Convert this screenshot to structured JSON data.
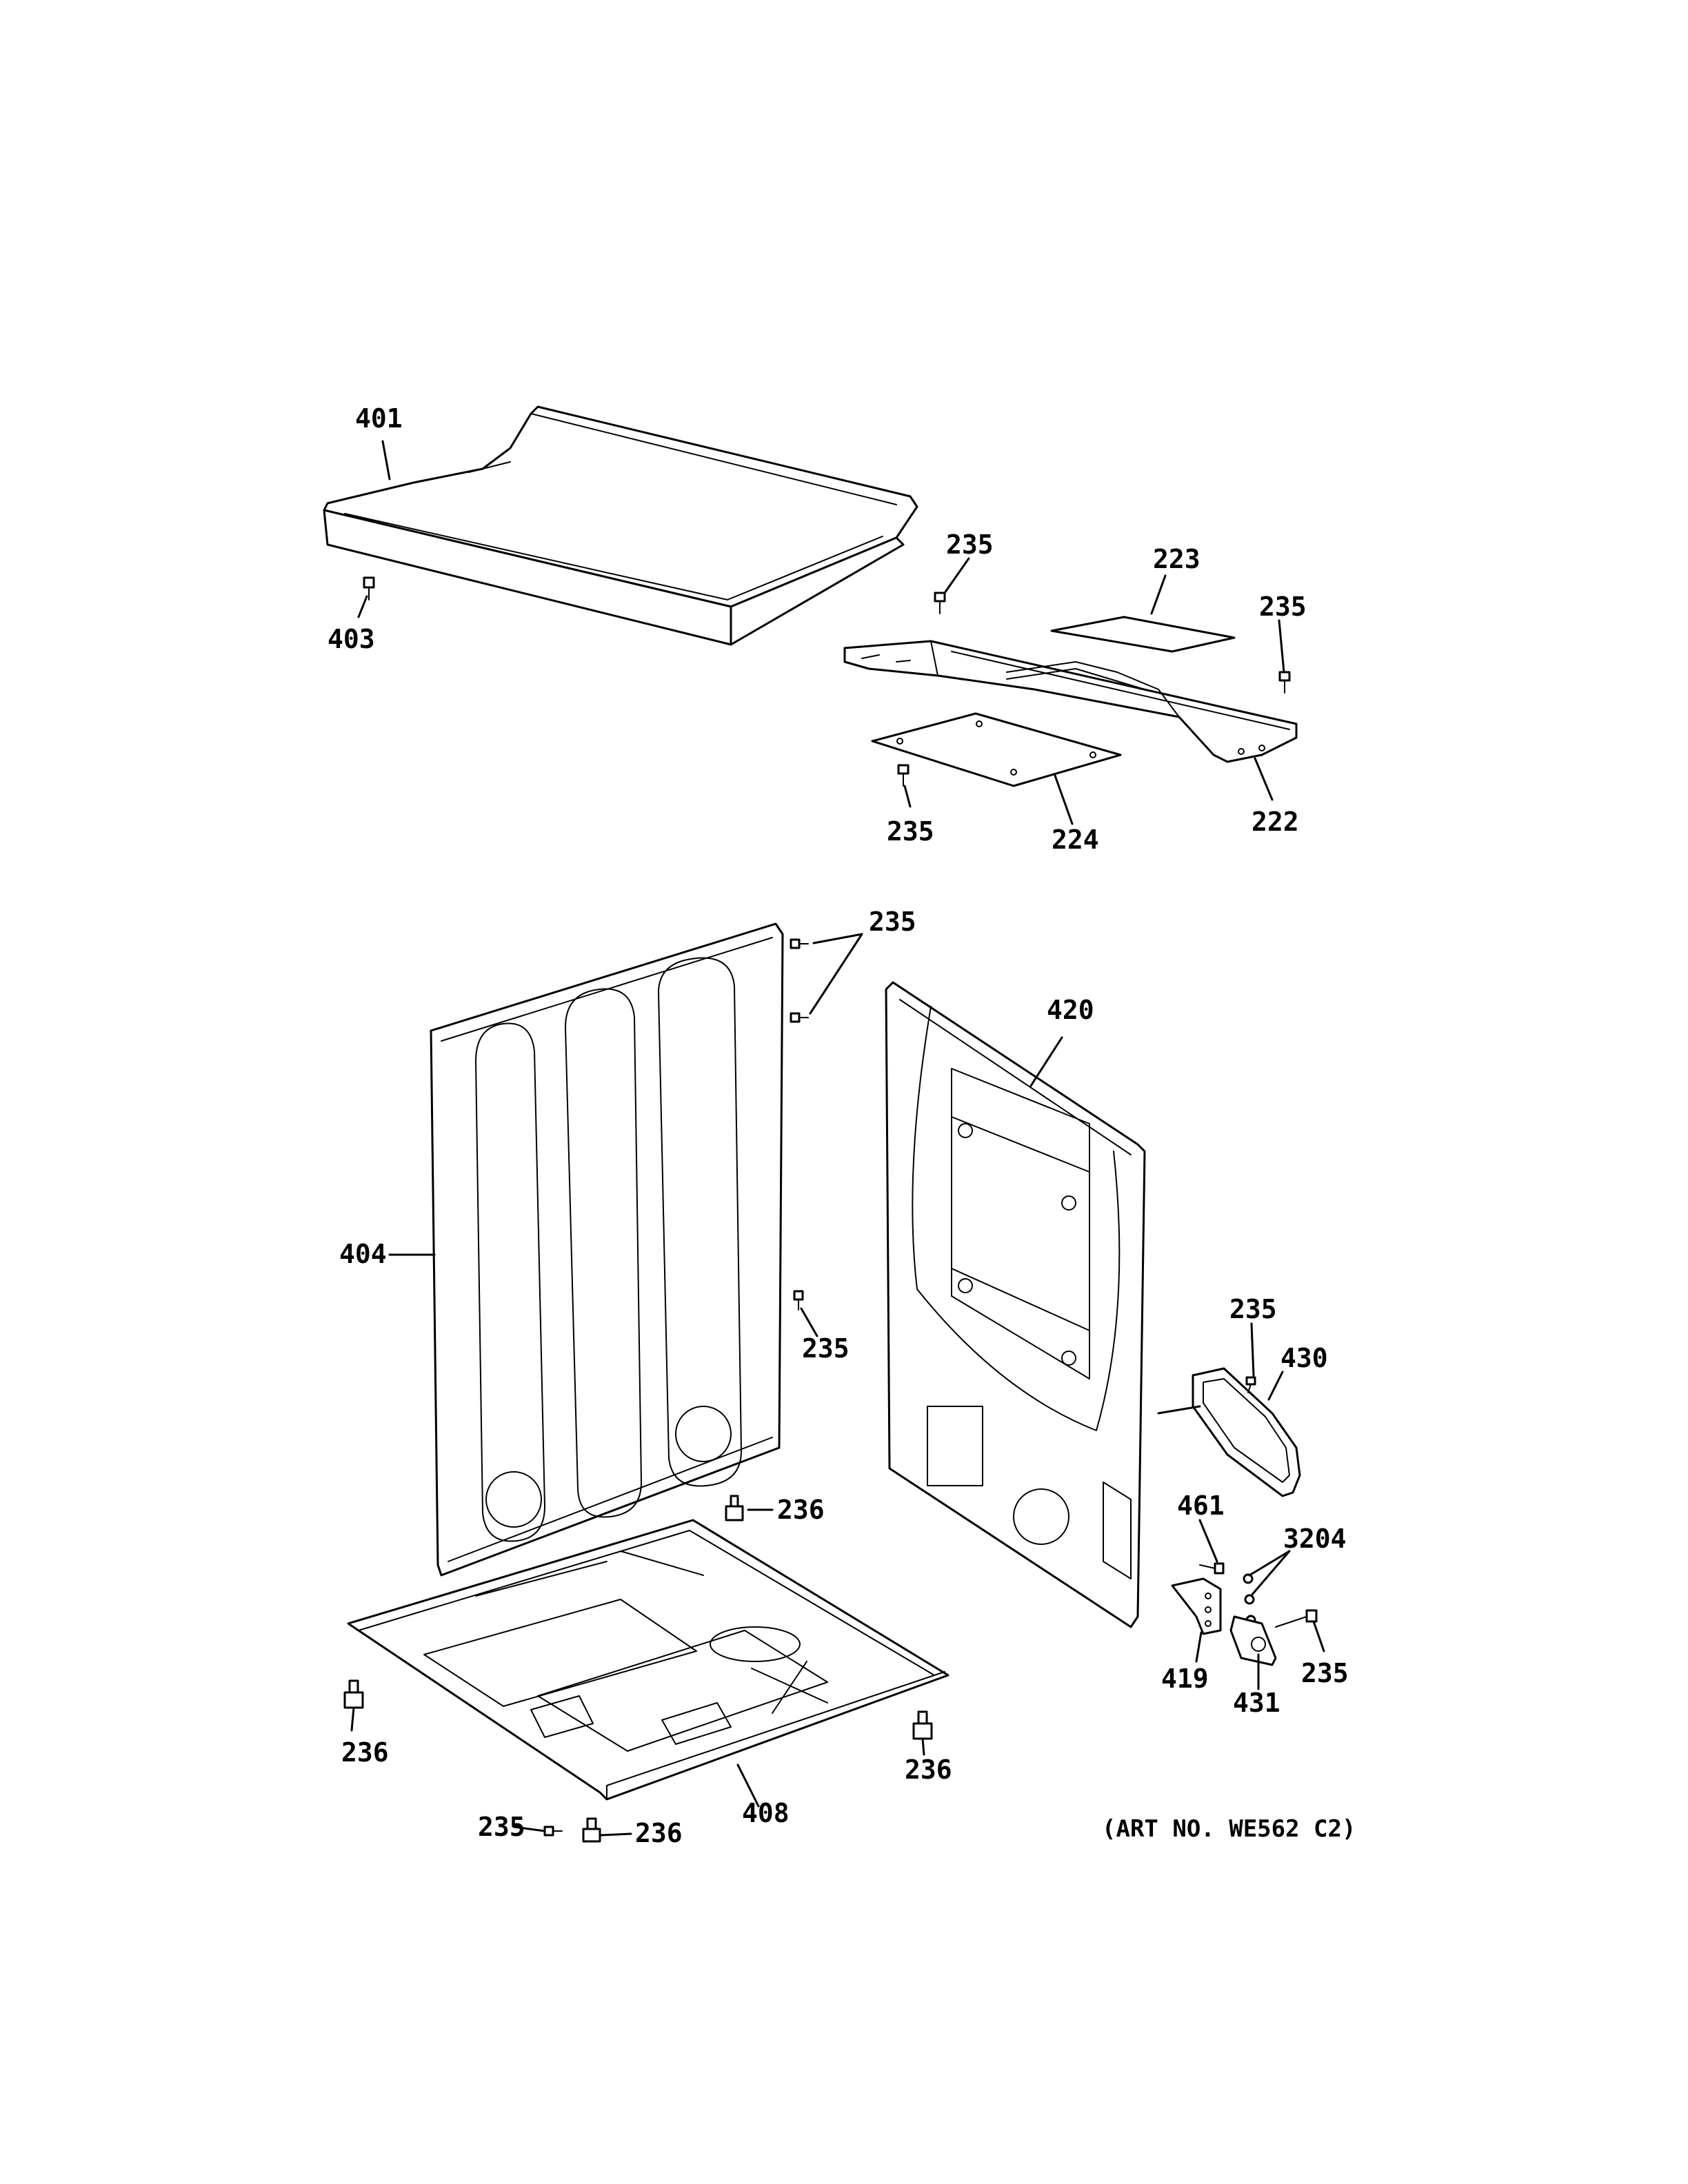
{
  "diagram": {
    "callouts": {
      "c401": "401",
      "c403": "403",
      "c235_a": "235",
      "c223": "223",
      "c235_b": "235",
      "c222": "222",
      "c224": "224",
      "c235_c": "235",
      "c235_d": "235",
      "c420": "420",
      "c404": "404",
      "c235_e": "235",
      "c235_f": "235",
      "c430": "430",
      "c236_a": "236",
      "c461": "461",
      "c3204": "3204",
      "c419": "419",
      "c431": "431",
      "c235_g": "235",
      "c236_b": "236",
      "c236_c": "236",
      "c408": "408",
      "c235_h": "235",
      "c236_d": "236"
    },
    "art_number": "(ART NO. WE562 C2)"
  }
}
